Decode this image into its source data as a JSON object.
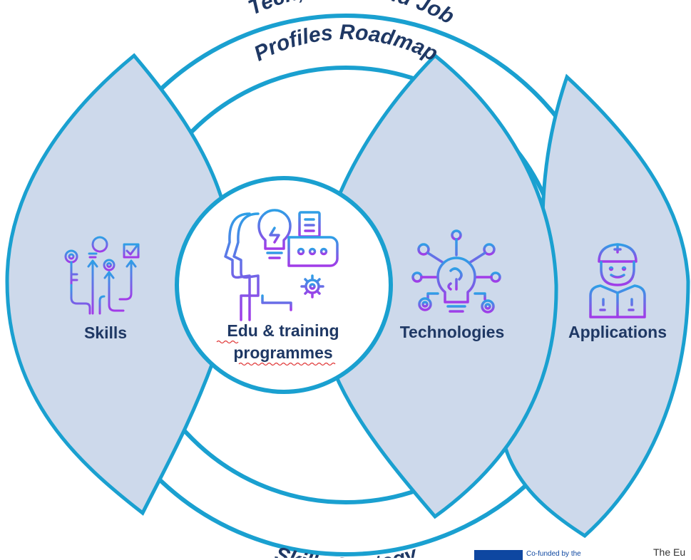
{
  "diagram": {
    "ring_top_line1": "Tech, Skills and Job",
    "ring_top_line2": "Profiles Roadmap",
    "ring_bottom": "Skills Strategy",
    "center_line1": "Edu & training",
    "center_line2": "programmes",
    "left_label": "Skills",
    "right1_label": "Technologies",
    "right2_label": "Applications"
  },
  "icons": {
    "skills": "skills-growth-icon",
    "center": "learning-ideas-icon",
    "technologies": "brain-bulb-circuit-icon",
    "applications": "soldier-icon"
  },
  "footer": {
    "cofunded": "Co-funded by the",
    "eu_text": "The Eu"
  },
  "colors": {
    "outline": "#1aa0d0",
    "petal_fill": "#cdd9eb",
    "label": "#1f3864",
    "icon_start": "#2e9fe6",
    "icon_end": "#a23be8",
    "eu_blue": "#0e47a1"
  }
}
